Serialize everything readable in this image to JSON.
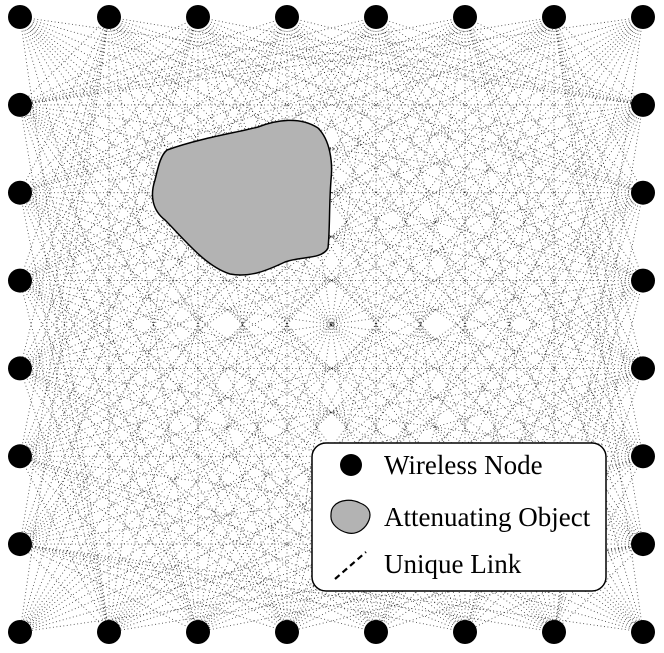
{
  "diagram": {
    "type": "network-link-diagram",
    "nodes": {
      "arrangement": "square-perimeter",
      "per_side": 8,
      "total": 28
    },
    "links": {
      "style": "dotted",
      "connect": "every unique node pair"
    },
    "object": {
      "fill": "#b3b3b3",
      "stroke": "#000000"
    },
    "colors": {
      "node": "#000000",
      "link": "#000000",
      "object_fill": "#b3b3b3",
      "background": "#ffffff"
    }
  },
  "legend": {
    "items": [
      {
        "key": "node",
        "label": "Wireless Node",
        "icon": "filled-circle-icon"
      },
      {
        "key": "object",
        "label": "Attenuating Object",
        "icon": "blob-icon"
      },
      {
        "key": "link",
        "label": "Unique Link",
        "icon": "dashed-line-icon"
      }
    ]
  }
}
